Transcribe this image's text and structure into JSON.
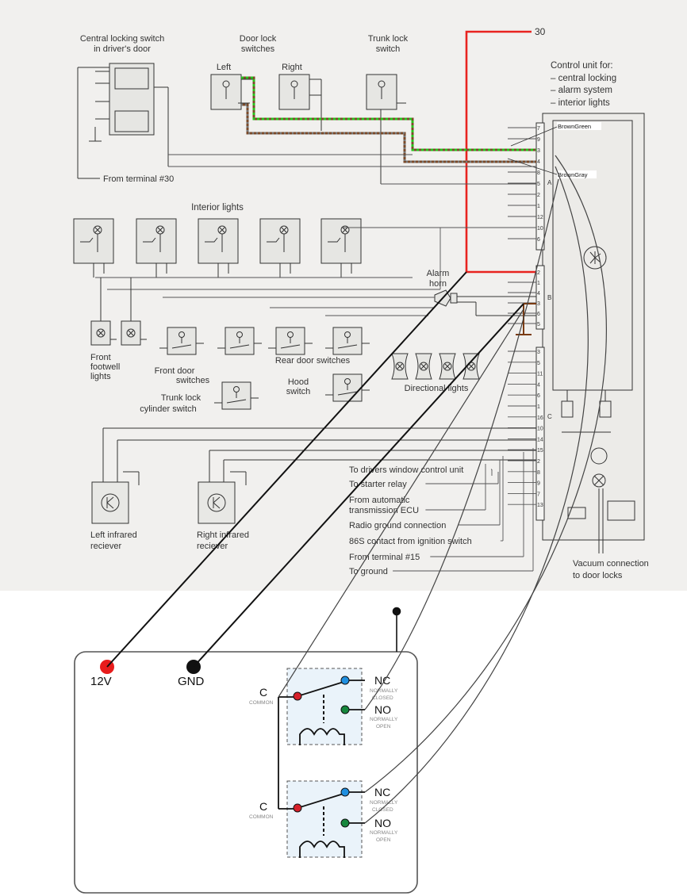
{
  "labels": {
    "central_switch": [
      "Central locking switch",
      "in driver's door"
    ],
    "door_lock": [
      "Door lock",
      "switches"
    ],
    "door_left": "Left",
    "door_right": "Right",
    "trunk_lock": [
      "Trunk lock",
      "switch"
    ],
    "control_unit": [
      "Control unit for:",
      "– central locking",
      "– alarm system",
      "– interior lights"
    ],
    "terminal_30": "30",
    "wire_brown_green": "BrownGreen",
    "wire_brown_gray": "BrownGray",
    "from_terminal_30": "From terminal #30",
    "interior_lights": "Interior lights",
    "alarm_horn": [
      "Alarm",
      "horn"
    ],
    "front_footwell": [
      "Front",
      "footwell",
      "lights"
    ],
    "front_door_switches": [
      "Front door",
      "switches"
    ],
    "rear_door_switches": "Rear door switches",
    "hood_switch": [
      "Hood",
      "switch"
    ],
    "directional_lights": "Directional lights",
    "trunk_cylinder": [
      "Trunk lock",
      "cylinder switch"
    ],
    "left_ir": [
      "Left infrared",
      "reciever"
    ],
    "right_ir": [
      "Right infrared",
      "reciever"
    ],
    "vacuum": [
      "Vacuum connection",
      "to door locks"
    ],
    "connector_letters": [
      "A",
      "B",
      "C"
    ]
  },
  "pins": {
    "a": [
      "7",
      "9",
      "3",
      "4",
      "8",
      "5",
      "2",
      "1",
      "12",
      "10",
      "6"
    ],
    "b": [
      "2",
      "1",
      "4",
      "3",
      "6",
      "5"
    ],
    "c": [
      "3",
      "5",
      "11",
      "4",
      "6",
      "1",
      "16",
      "10",
      "14",
      "15",
      "2",
      "8",
      "9",
      "7",
      "13"
    ]
  },
  "annotations": [
    "To drivers window control unit",
    "To starter relay",
    "From automatic",
    "transmission ECU",
    "Radio ground connection",
    "86S contact from ignition switch",
    "From terminal #15",
    "To ground"
  ],
  "relay_module": {
    "power": "12V",
    "ground": "GND",
    "relay1": {
      "common": "C",
      "common_sub": "COMMON",
      "nc": "NC",
      "nc_sub": [
        "NORMALLY",
        "CLOSED"
      ],
      "no": "NO",
      "no_sub": [
        "NORMALLY",
        "OPEN"
      ]
    },
    "relay2": {
      "common": "C",
      "common_sub": "COMMON",
      "nc": "NC",
      "nc_sub": [
        "NORMALLY",
        "CLOSED"
      ],
      "no": "NO",
      "no_sub": [
        "NORMALLY",
        "OPEN"
      ]
    }
  },
  "colors": {
    "paper": "#f1f0ee",
    "ink": "#2e2e2e",
    "power_wire": "#e8231f",
    "green_wire": "#27c21b",
    "brown_wire": "#7a4a2a",
    "pos_terminal": "#e81c1c",
    "gnd_terminal": "#111111",
    "nc_terminal": "#1f8fe0",
    "no_terminal": "#16873d",
    "common_terminal": "#d6202a",
    "relay_fill": "#eaf3fa",
    "module_border": "#555555"
  }
}
